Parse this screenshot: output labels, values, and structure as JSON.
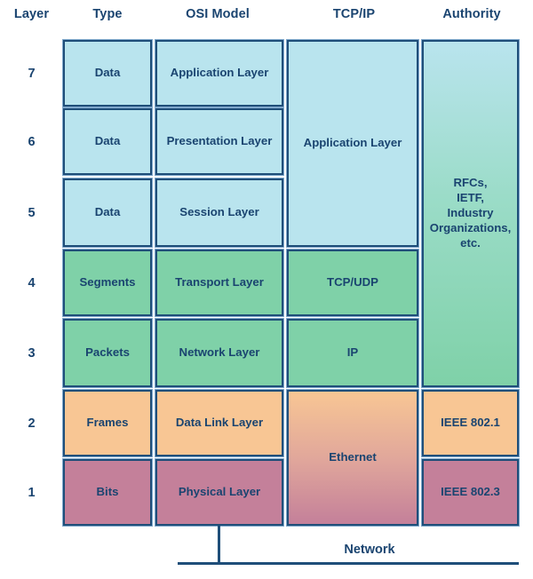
{
  "headers": {
    "layer": "Layer",
    "type": "Type",
    "osi": "OSI Model",
    "tcpip": "TCP/IP",
    "authority": "Authority"
  },
  "layers": [
    {
      "number": "7",
      "type": "Data",
      "osi": "Application Layer"
    },
    {
      "number": "6",
      "type": "Data",
      "osi": "Presentation Layer"
    },
    {
      "number": "5",
      "type": "Data",
      "osi": "Session Layer"
    },
    {
      "number": "4",
      "type": "Segments",
      "osi": "Transport Layer"
    },
    {
      "number": "3",
      "type": "Packets",
      "osi": "Network Layer"
    },
    {
      "number": "2",
      "type": "Frames",
      "osi": "Data Link Layer"
    },
    {
      "number": "1",
      "type": "Bits",
      "osi": "Physical Layer"
    }
  ],
  "tcpip": {
    "application": "Application Layer",
    "transport": "TCP/UDP",
    "internet": "IP",
    "link": "Ethernet"
  },
  "authority": {
    "upper": "RFCs,\nIETF,\nIndustry\nOrganizations,\netc.",
    "datalink": "IEEE 802.1",
    "physical": "IEEE 802.3"
  },
  "footer": {
    "network_label": "Network"
  },
  "colors": {
    "border": "#1f4e79",
    "text": "#1a4470",
    "blue": "#b9e4ee",
    "green": "#7fd1a8",
    "orange": "#f8c694",
    "mauve": "#c4809a",
    "background": "#ffffff"
  }
}
